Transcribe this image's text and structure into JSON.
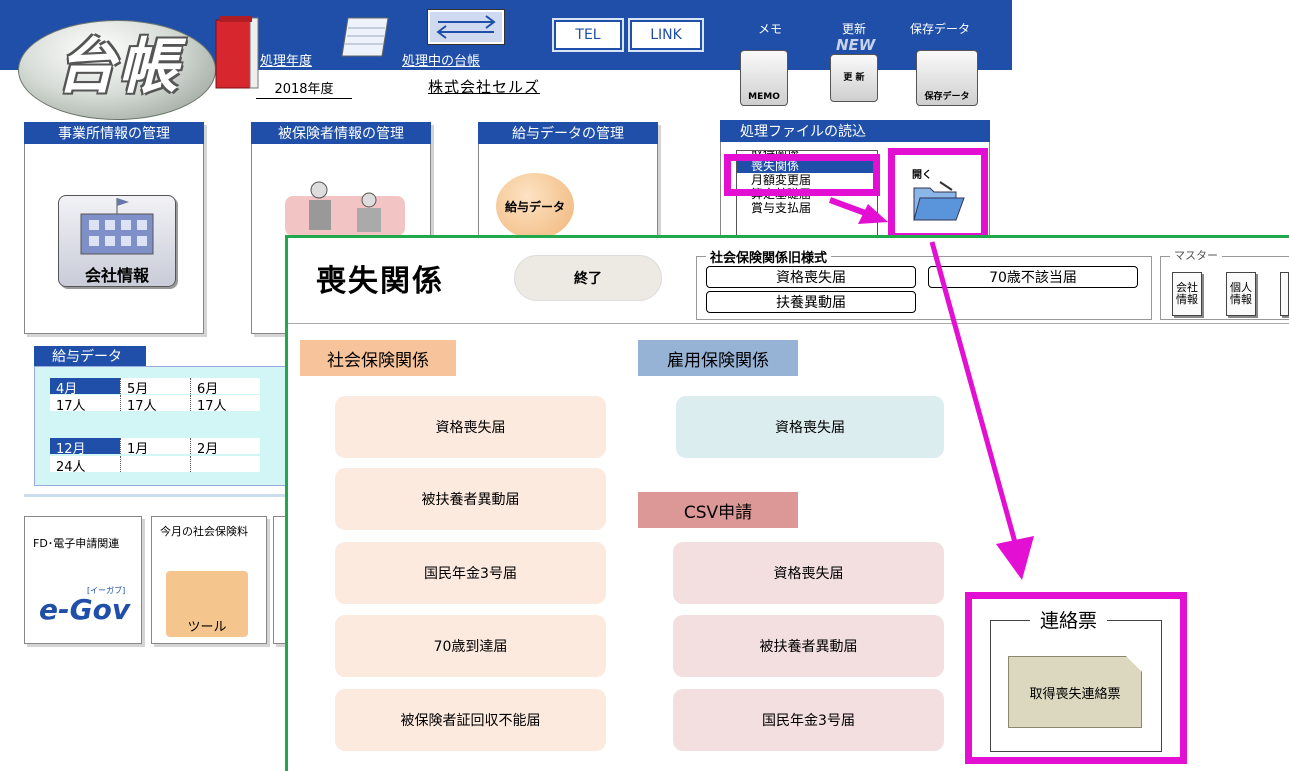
{
  "app": {
    "logo_text": "台帳"
  },
  "header": {
    "fiscal_year_label": "処理年度",
    "fiscal_year_value": "2018年度",
    "ledger_label": "処理中の台帳",
    "ledger_value": "株式会社セルズ",
    "tel_label": "TEL",
    "link_label": "LINK",
    "memo_label": "メモ",
    "memo_icon_text": "MEMO",
    "update_label": "更新",
    "update_icon_text": "更 新",
    "update_badge": "NEW",
    "save_label": "保存データ",
    "save_icon_text": "保存データ"
  },
  "panels": {
    "office": {
      "title": "事業所情報の管理",
      "button_label": "会社情報"
    },
    "insured": {
      "title": "被保険者情報の管理"
    },
    "salary": {
      "title": "給与データの管理",
      "button_label": "給与データ"
    },
    "file_read": {
      "title": "処理ファイルの読込",
      "items": [
        "取得関係",
        "喪失関係",
        "月額変更届",
        "算定基礎届",
        "賞与支払届"
      ],
      "selected": "喪失関係",
      "open_icon_text": "開く"
    }
  },
  "salary_data": {
    "title": "給与データ",
    "row1": [
      {
        "month": "4月",
        "count": "17人"
      },
      {
        "month": "5月",
        "count": "17人"
      },
      {
        "month": "6月",
        "count": "17人"
      }
    ],
    "row2": [
      {
        "month": "12月",
        "count": "24人"
      },
      {
        "month": "1月",
        "count": ""
      },
      {
        "month": "2月",
        "count": ""
      }
    ]
  },
  "bottom_boxes": {
    "egov_title": "FD･電子申請関連",
    "egov_logo": "e-Gov",
    "egov_logo_sub": "[イーガブ]",
    "insurance_title": "今月の社会保険料",
    "tool_text": "ツール"
  },
  "dialog": {
    "title": "喪失関係",
    "end_button": "終了",
    "old_forms": {
      "legend": "社会保険関係旧様式",
      "buttons": [
        "資格喪失届",
        "70歳不該当届",
        "扶養異動届"
      ]
    },
    "master": {
      "legend": "マスター",
      "buttons": [
        "会社情報",
        "個人情報"
      ]
    },
    "shakai": {
      "label": "社会保険関係",
      "buttons": [
        "資格喪失届",
        "被扶養者異動届",
        "国民年金3号届",
        "70歳到達届",
        "被保険者証回収不能届"
      ]
    },
    "koyo": {
      "label": "雇用保険関係",
      "buttons": [
        "資格喪失届"
      ]
    },
    "csv": {
      "label": "CSV申請",
      "buttons": [
        "資格喪失届",
        "被扶養者異動届",
        "国民年金3号届"
      ]
    },
    "renraku": {
      "legend": "連絡票",
      "button": "取得喪失連絡票"
    }
  },
  "colors": {
    "title_bar": "#1f4fa8",
    "dialog_border": "#20a84a",
    "highlight": "#e30fd2",
    "shakai_label_bg": "#f7c39a",
    "koyo_label_bg": "#96b3d5",
    "csv_label_bg": "#dc9897"
  }
}
